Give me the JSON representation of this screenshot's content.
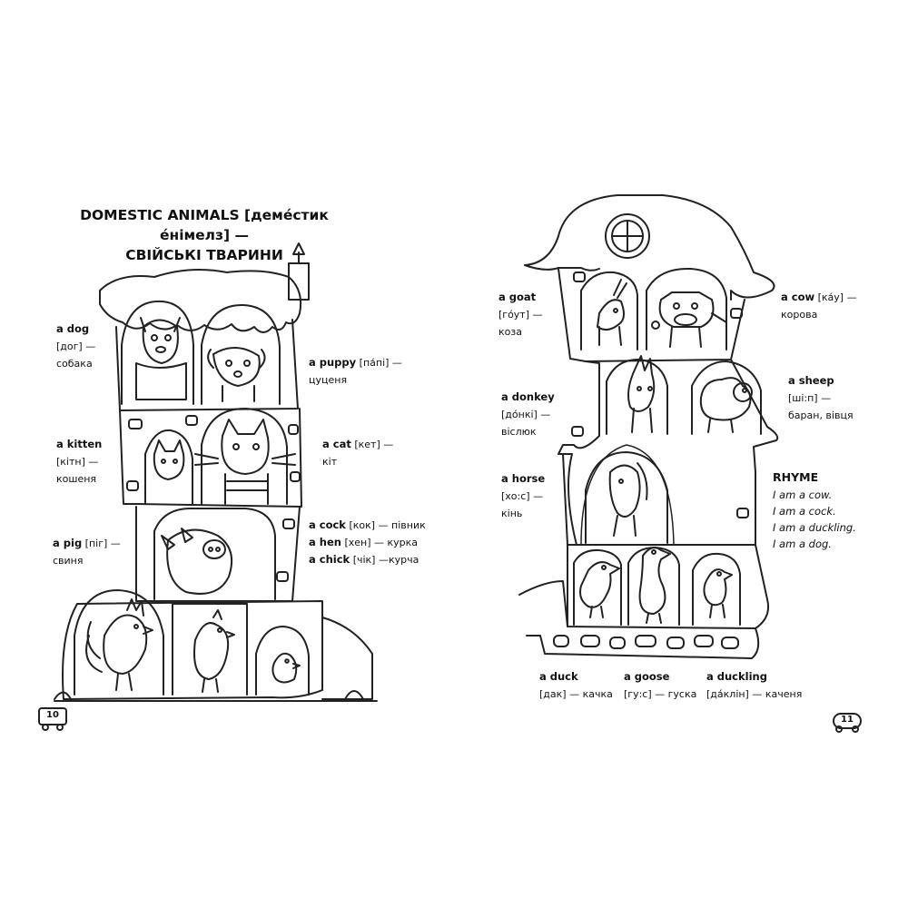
{
  "title": {
    "line1": "DOMESTIC ANIMALS [деме́стик е́німелз] —",
    "line2": "СВІЙСЬКІ ТВАРИНИ"
  },
  "left_words": [
    {
      "en": "a dog",
      "tr": "[дог] —",
      "ua": "собака"
    },
    {
      "en": "a puppy",
      "tr": "[па́пі] —",
      "ua": "цуценя"
    },
    {
      "en": "a kitten",
      "tr": "[кітн] —",
      "ua": "кошеня"
    },
    {
      "en": "a cat",
      "tr": "[кет] —",
      "ua": "кіт"
    },
    {
      "en": "a pig",
      "tr": "[піг] —",
      "ua": "свиня"
    },
    {
      "en": "a cock",
      "tr": "[кок] — півник"
    },
    {
      "en": "a hen",
      "tr": "[хен] — курка"
    },
    {
      "en": "a chick",
      "tr": "[чік] —курча"
    }
  ],
  "right_words": [
    {
      "en": "a goat",
      "tr": "[го́ут] —",
      "ua": "коза"
    },
    {
      "en": "a cow",
      "tr": "[ка́у] —",
      "ua": "корова"
    },
    {
      "en": "a donkey",
      "tr": "[до́нкі] —",
      "ua": "віслюк"
    },
    {
      "en": "a sheep",
      "tr": "[ші:п] —",
      "ua": "баран, вівця"
    },
    {
      "en": "a horse",
      "tr": "[хо:с] —",
      "ua": "кінь"
    },
    {
      "en": "a duck",
      "tr": "[дак] — качка"
    },
    {
      "en": "a goose",
      "tr": "[гу:с] — гуска"
    },
    {
      "en": "a duckling",
      "tr": "[да́клін] — каченя"
    }
  ],
  "rhyme": {
    "heading": "RHYME",
    "lines": [
      "I am a cow.",
      "I am a cock.",
      "I am a duckling.",
      "I am a dog."
    ]
  },
  "pages": {
    "left": "10",
    "right": "11"
  }
}
